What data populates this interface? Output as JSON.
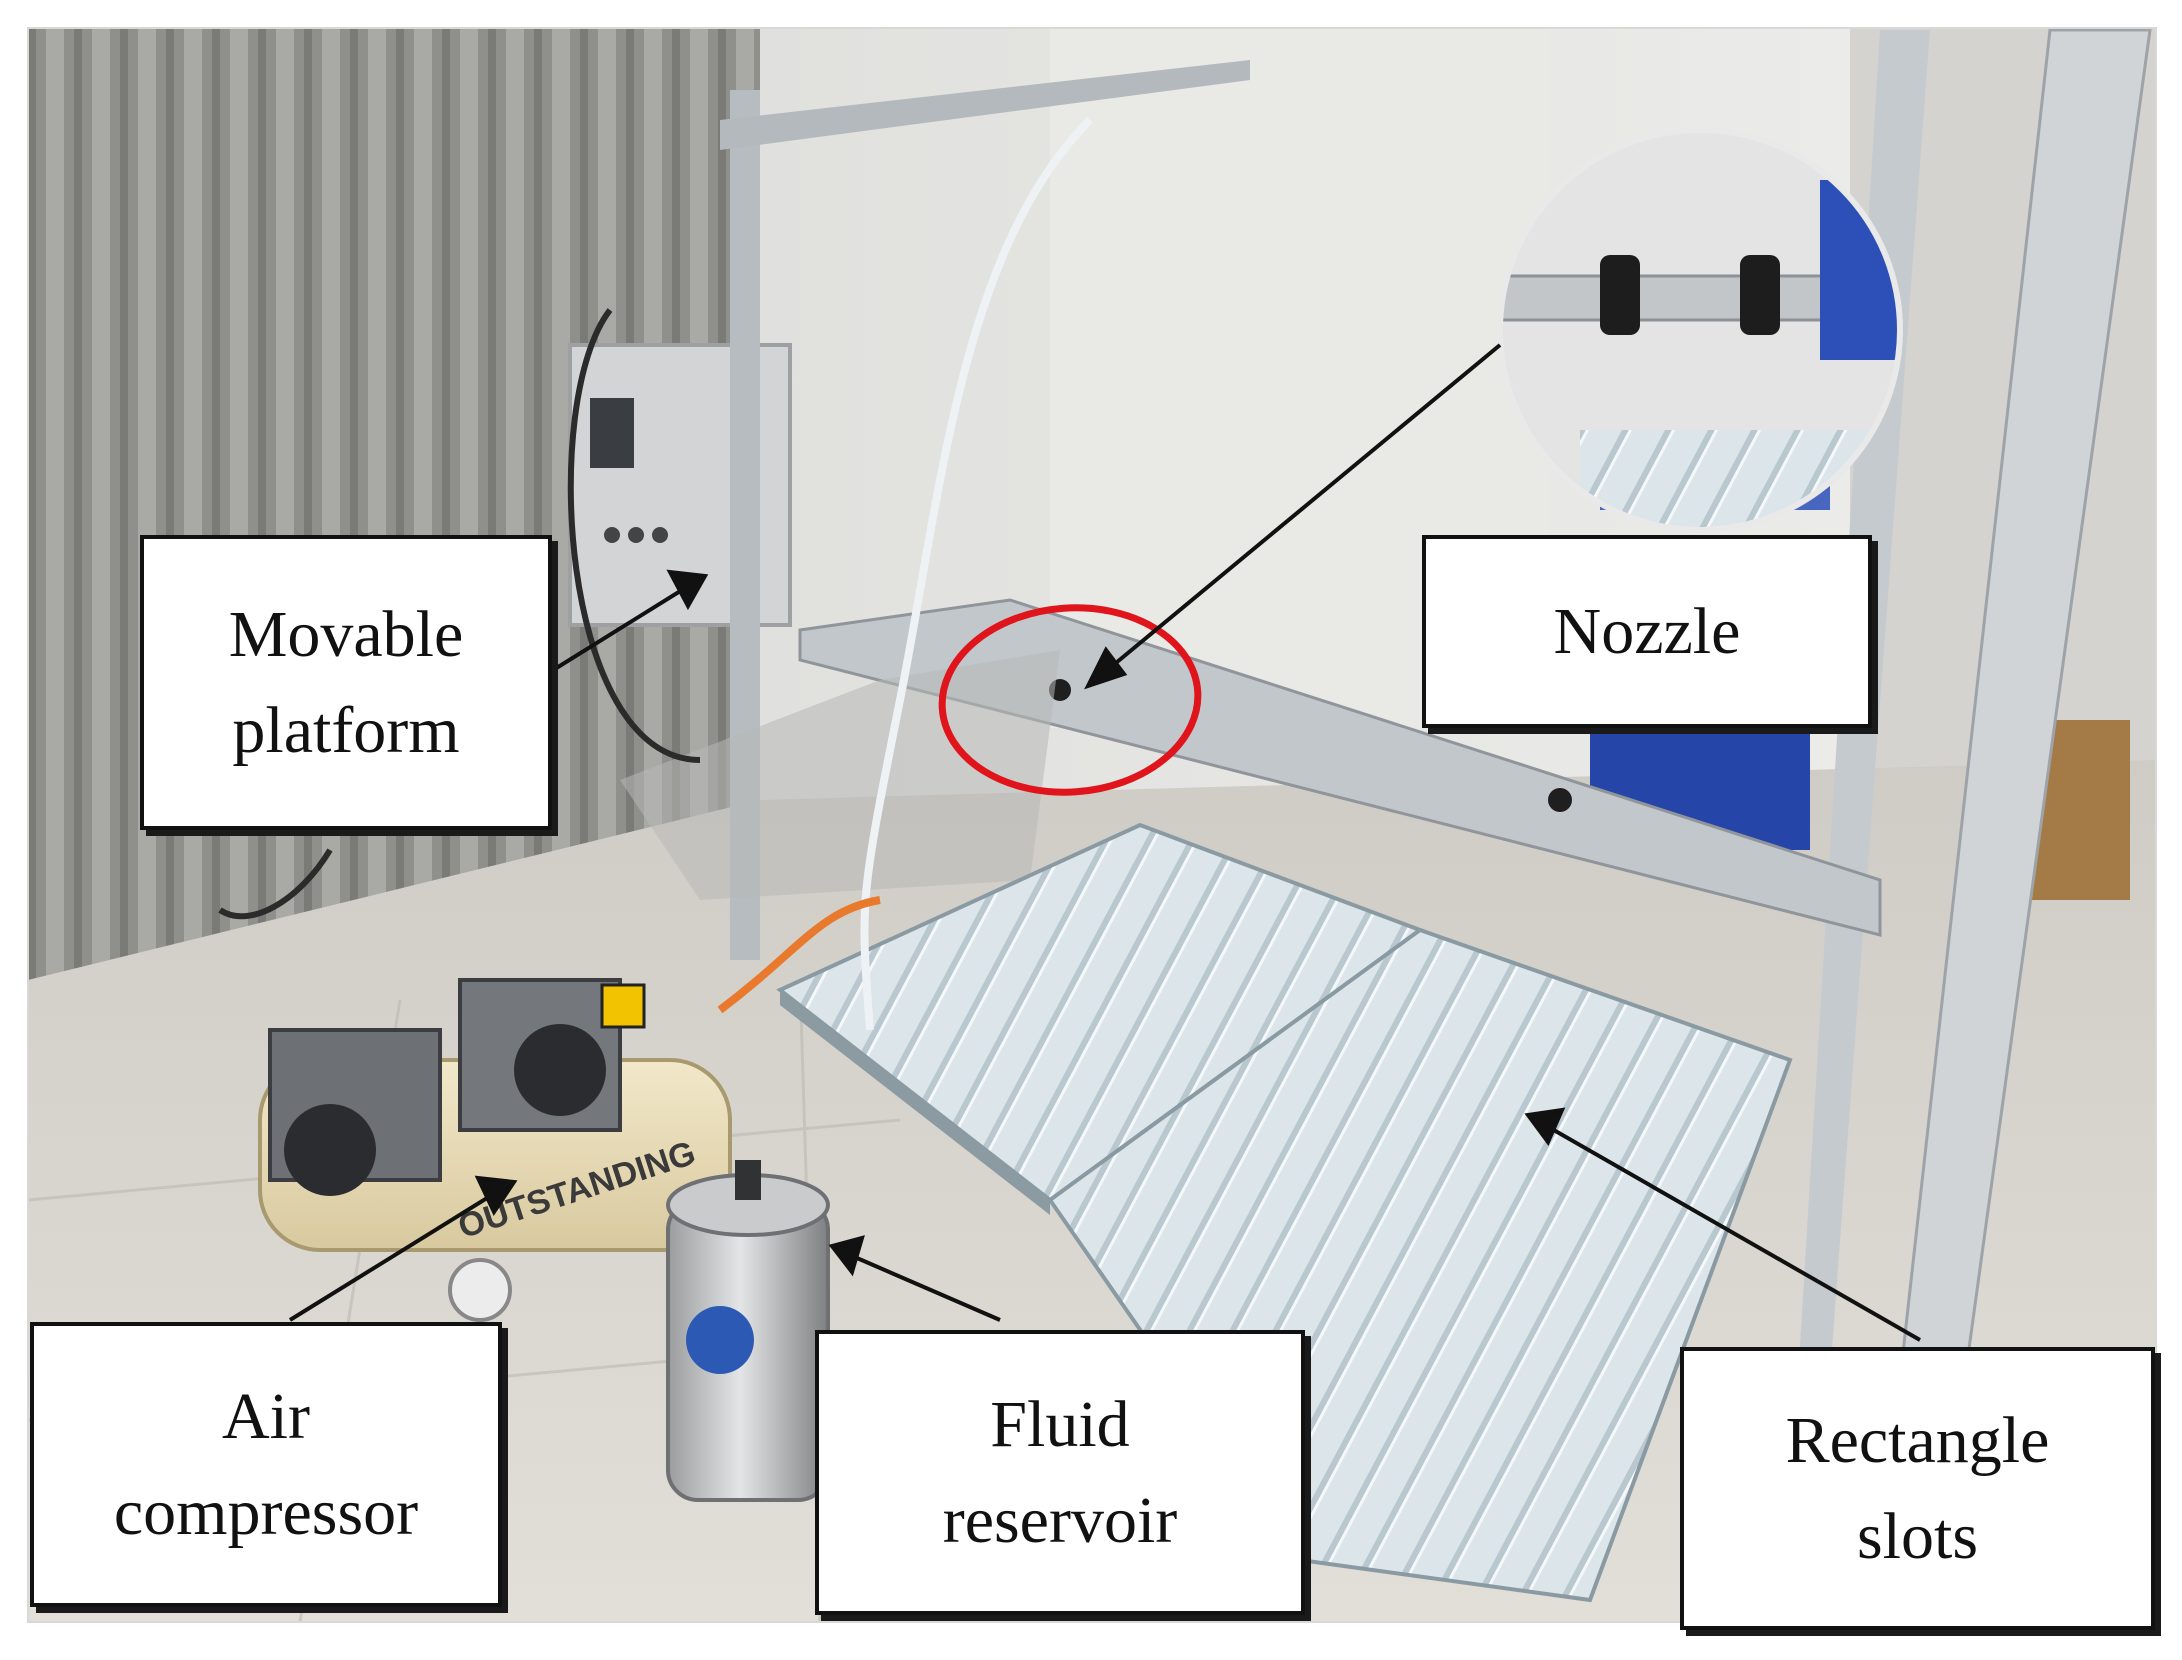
{
  "labels": {
    "movable_platform": {
      "line1": "Movable",
      "line2": "platform"
    },
    "nozzle": {
      "line1": "Nozzle"
    },
    "air_compressor": {
      "line1": "Air",
      "line2": "compressor"
    },
    "fluid_reservoir": {
      "line1": "Fluid",
      "line2": "reservoir"
    },
    "rectangle_slots": {
      "line1": "Rectangle",
      "line2": "slots"
    }
  },
  "compressor_brand": "OUTSTANDING",
  "colors": {
    "highlight_circle": "#e0141b",
    "arrow": "#111111",
    "box_border": "#111111"
  }
}
